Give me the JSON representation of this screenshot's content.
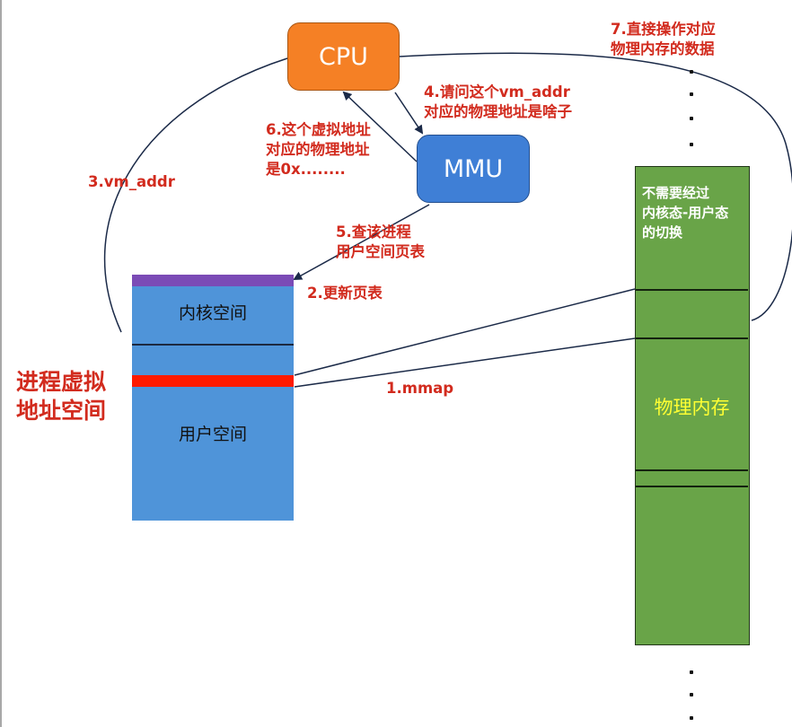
{
  "nodes": {
    "cpu": "CPU",
    "mmu": "MMU"
  },
  "virtual_space": {
    "title": "进程虚拟\n地址空间",
    "kernel_label": "内核空间",
    "user_label": "用户空间"
  },
  "physical_memory": {
    "label": "物理内存",
    "note": "不需要经过\n内核态-用户态\n的切换"
  },
  "steps": {
    "s1": "1.mmap",
    "s2": "2.更新页表",
    "s3": "3.vm_addr",
    "s4": "4.请问这个vm_addr\n对应的物理地址是啥子",
    "s5": "5.查该进程\n用户空间页表",
    "s6": "6.这个虚拟地址\n对应的物理地址\n是0x........",
    "s7": "7.直接操作对应\n物理内存的数据"
  },
  "colors": {
    "cpu": "#f58025",
    "mmu": "#3f7fd6",
    "virtual_space": "#4f94d9",
    "page_table_bar": "#7b4bb6",
    "mmap_region": "#ff1a00",
    "physical_memory": "#69a448",
    "step_text": "#d22b1e",
    "physical_label": "#ffff33"
  }
}
